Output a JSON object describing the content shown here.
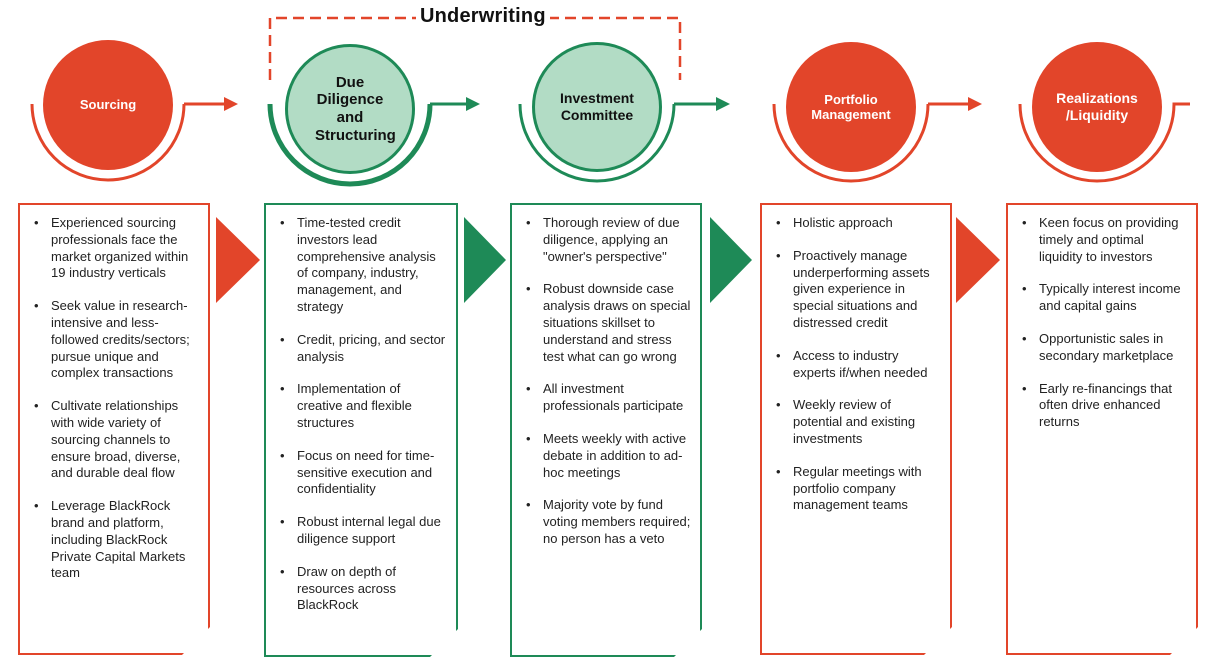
{
  "underwriting_label": "Underwriting",
  "colors": {
    "red": "#e2452a",
    "green": "#1e8a57",
    "light_green": "#b2dcc5"
  },
  "stages": [
    {
      "name": "Sourcing",
      "style": "red",
      "bullets": [
        "Experienced sourcing professionals face the market organized within 19 industry verticals",
        "Seek value in research-intensive and less-followed credits/sectors; pursue unique and complex transactions",
        "Cultivate relationships with wide variety of sourcing channels to ensure broad, diverse, and durable deal flow",
        "Leverage BlackRock brand and platform, including BlackRock Private Capital Markets team"
      ]
    },
    {
      "name": "Due Diligence and Structuring",
      "style": "green",
      "bullets": [
        "Time-tested credit investors lead comprehensive analysis of company, industry, management, and strategy",
        "Credit, pricing, and sector analysis",
        "Implementation of creative and flexible structures",
        "Focus on need for time-sensitive execution and confidentiality",
        "Robust internal legal due diligence support",
        "Draw on depth of resources across BlackRock"
      ]
    },
    {
      "name": "Investment Committee",
      "style": "green",
      "bullets": [
        "Thorough review of due diligence, applying an \"owner's perspective\"",
        "Robust downside case analysis draws on special situations skillset to understand and stress test what can go wrong",
        "All investment professionals participate",
        "Meets weekly with active debate in addition to ad-hoc meetings",
        "Majority vote by fund voting members required; no person has a veto"
      ]
    },
    {
      "name": "Portfolio Management",
      "style": "red",
      "bullets": [
        "Holistic approach",
        "Proactively manage underperforming assets given experience in special situations and distressed credit",
        "Access to industry experts if/when needed",
        "Weekly review of potential and existing investments",
        "Regular meetings with portfolio company management teams"
      ]
    },
    {
      "name": "Realizations /Liquidity",
      "style": "red",
      "bullets": [
        "Keen focus on providing timely and optimal liquidity to investors",
        "Typically interest income and capital gains",
        "Opportunistic sales in secondary marketplace",
        "Early re-financings that often drive enhanced returns"
      ]
    }
  ]
}
